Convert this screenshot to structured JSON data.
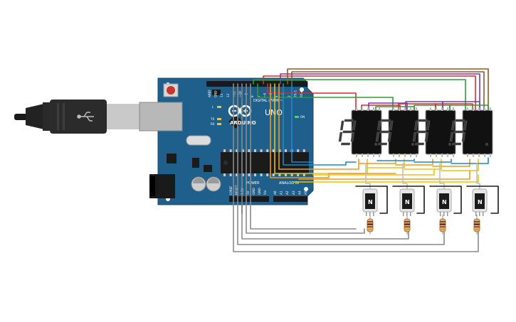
{
  "board": {
    "brand": "ARDUINO",
    "model": "UNO",
    "digital_label": "DIGITAL (PWM ~)",
    "digital_pins": [
      "AREF",
      "GND",
      "13",
      "12",
      "~11",
      "~10",
      "~9",
      "8",
      "7",
      "~6",
      "~5",
      "4",
      "~3",
      "2",
      "TX▸1",
      "RX◂0"
    ],
    "analog_label": "ANALOG IN",
    "analog_pins": [
      "A0",
      "A1",
      "A2",
      "A3",
      "A4",
      "A5"
    ],
    "power_label": "POWER",
    "power_pins": [
      "IOREF",
      "RESET",
      "3.3V",
      "5V",
      "GND",
      "GND",
      "Vin"
    ],
    "led_labels": [
      "L",
      "TX",
      "RX",
      "ON"
    ]
  },
  "transistors": {
    "marking": "N"
  },
  "colors": {
    "board": "#1f5f8b",
    "red": "#d62d2d",
    "purple": "#7b3a9c",
    "green": "#2f9a3a",
    "brown": "#8b5a2b",
    "orange": "#f09a1a",
    "yellow": "#e8c410",
    "blue": "#1e88c8",
    "gray": "#8a8a8a"
  }
}
